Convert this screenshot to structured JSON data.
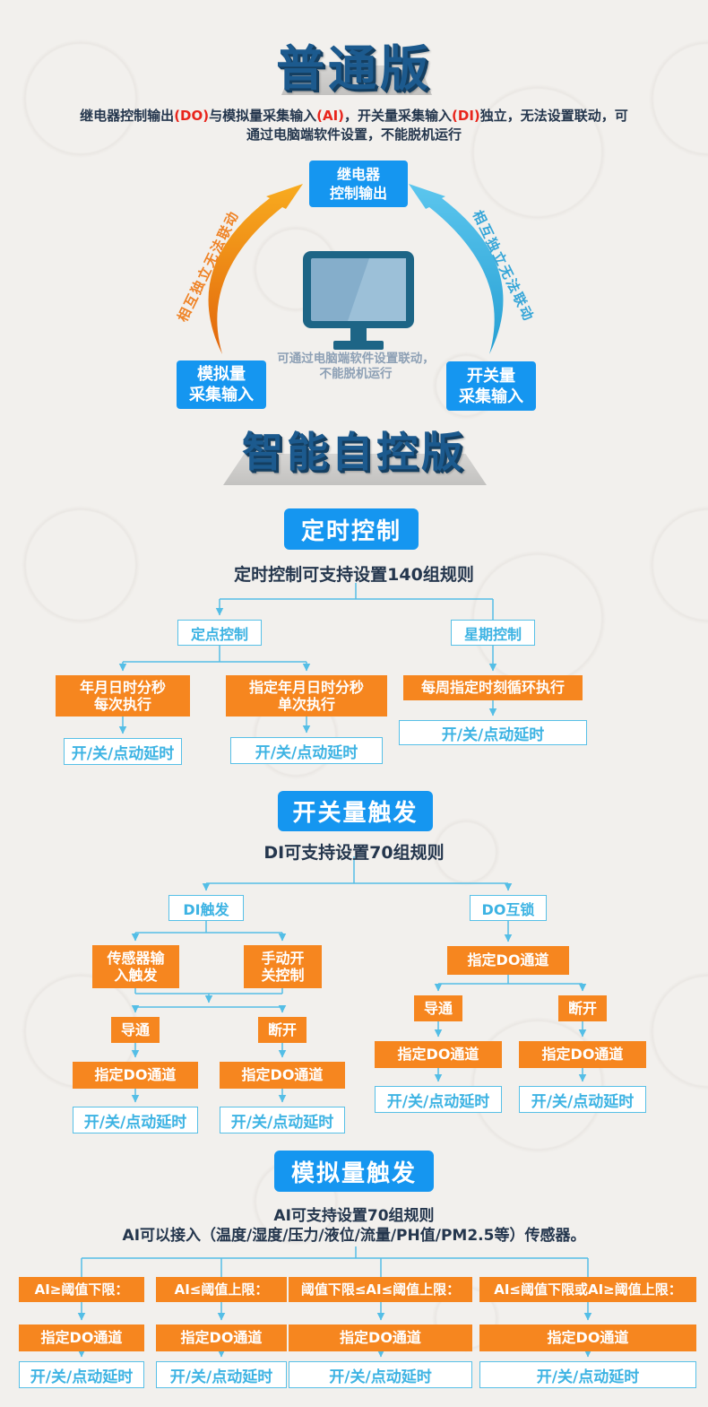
{
  "colors": {
    "primary_blue": "#1596f0",
    "orange": "#f6861f",
    "flow_line_blue": "#54bee6",
    "outlined_text_blue": "#3db3e3",
    "title_navy": "#1c5a8e",
    "highlight_red": "#e8251c",
    "note_gray": "#8da0b5",
    "monitor_dark": "#1d6586",
    "monitor_screen": "#85aecb",
    "background": "#f2f0ed"
  },
  "basic_section": {
    "title": "普通版",
    "description": {
      "seg1": "继电器控制输出",
      "red1": "(DO)",
      "seg2": "与模拟量采集输入",
      "red2": "(AI)",
      "seg3": "，开关量采集输入",
      "red3": "(DI)",
      "seg4": "独立，无法设置联动，可通过电脑端软件设置，不能脱机运行"
    },
    "diagram": {
      "relay_box": {
        "line1": "继电器",
        "line2": "控制输出"
      },
      "analog_box": {
        "line1": "模拟量",
        "line2": "采集输入"
      },
      "switch_box": {
        "line1": "开关量",
        "line2": "采集输入"
      },
      "left_arrow_label": "相互独立无法联动",
      "right_arrow_label": "相互独立无法联动",
      "center_note_line1": "可通过电脑端软件设置联动，",
      "center_note_line2": "不能脱机运行",
      "monitor_icon": "computer-monitor-icon"
    }
  },
  "smart_section": {
    "title": "智能自控版",
    "timing": {
      "button_label": "定时控制",
      "note": "定时控制可支持设置140组规则",
      "nodes": {
        "fixed_point": "定点控制",
        "weekly": "星期控制",
        "every_time": {
          "line1": "年月日时分秒",
          "line2": "每次执行"
        },
        "single_time": {
          "line1": "指定年月日时分秒",
          "line2": "单次执行"
        },
        "weekly_loop": "每周指定时刻循环执行",
        "delay1": "开/关/点动延时",
        "delay2": "开/关/点动延时",
        "delay3": "开/关/点动延时"
      }
    },
    "switch_trigger": {
      "button_label": "开关量触发",
      "note": "DI可支持设置70组规则",
      "nodes": {
        "di_trigger": "DI触发",
        "do_interlock": "DO互锁",
        "sensor": {
          "line1": "传感器输",
          "line2": "入触发"
        },
        "manual": {
          "line1": "手动开",
          "line2": "关控制"
        },
        "on_left": "导通",
        "off_left": "断开",
        "do_channel_left1": "指定DO通道",
        "do_channel_left2": "指定DO通道",
        "delay_left1": "开/关/点动延时",
        "delay_left2": "开/关/点动延时",
        "do_channel_top": "指定DO通道",
        "on_right": "导通",
        "off_right": "断开",
        "do_channel_right1": "指定DO通道",
        "do_channel_right2": "指定DO通道",
        "delay_right1": "开/关/点动延时",
        "delay_right2": "开/关/点动延时"
      }
    },
    "analog_trigger": {
      "button_label": "模拟量触发",
      "note1": "AI可支持设置70组规则",
      "note2": "AI可以接入（温度/湿度/压力/液位/流量/PH值/PM2.5等）传感器。",
      "columns": [
        {
          "condition": "AI≥阈值下限：",
          "do_channel": "指定DO通道",
          "delay": "开/关/点动延时"
        },
        {
          "condition": "AI≤阈值上限：",
          "do_channel": "指定DO通道",
          "delay": "开/关/点动延时"
        },
        {
          "condition": "阈值下限≤AI≤阈值上限：",
          "do_channel": "指定DO通道",
          "delay": "开/关/点动延时"
        },
        {
          "condition": "AI≤阈值下限或AI≥阈值上限：",
          "do_channel": "指定DO通道",
          "delay": "开/关/点动延时"
        }
      ]
    }
  }
}
